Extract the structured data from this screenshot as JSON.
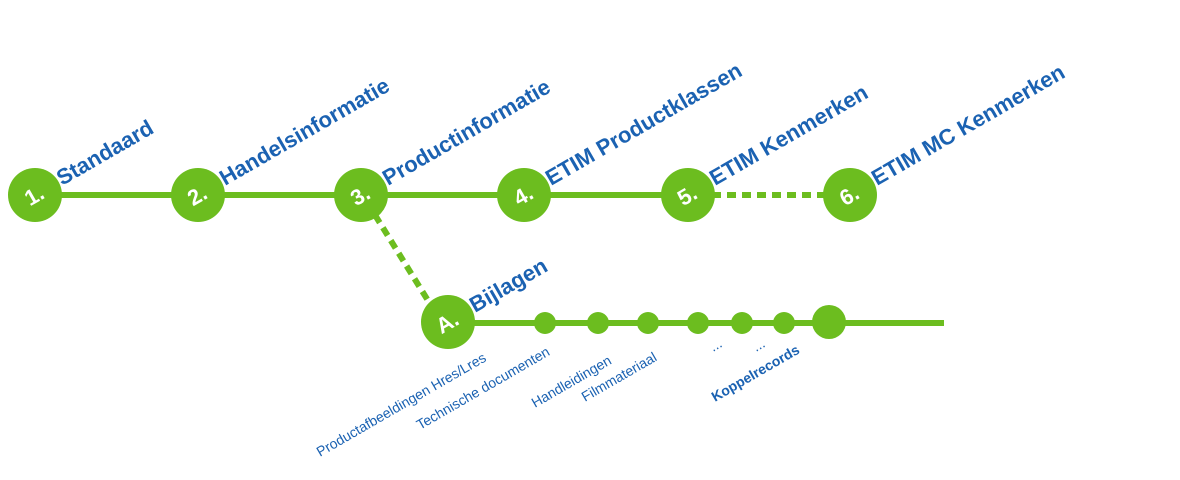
{
  "colors": {
    "line": "#6cbd1f",
    "node": "#6cbd1f",
    "label": "#1b62b2",
    "node_text": "#ffffff"
  },
  "steps": [
    {
      "number": "1.",
      "label": "Standaard"
    },
    {
      "number": "2.",
      "label": "Handelsinformatie"
    },
    {
      "number": "3.",
      "label": "Productinformatie"
    },
    {
      "number": "4.",
      "label": "ETIM Productklassen"
    },
    {
      "number": "5.",
      "label": "ETIM Kenmerken"
    },
    {
      "number": "6.",
      "label": "ETIM MC Kenmerken"
    }
  ],
  "branch": {
    "number": "A.",
    "label": "Bijlagen",
    "items": [
      {
        "label": "Productafbeeldingen Hres/Lres",
        "bold": false
      },
      {
        "label": "Technische documenten",
        "bold": false
      },
      {
        "label": "Handleidingen",
        "bold": false
      },
      {
        "label": "Filmmateriaal",
        "bold": false
      },
      {
        "label": "...",
        "bold": false
      },
      {
        "label": "...",
        "bold": false
      },
      {
        "label": "Koppelrecords",
        "bold": true
      }
    ]
  }
}
